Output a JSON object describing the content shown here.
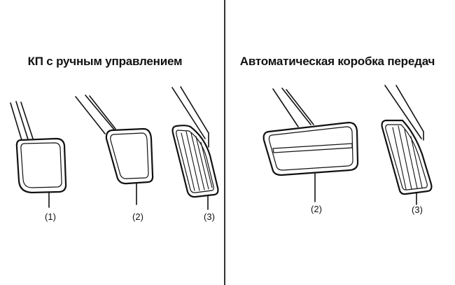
{
  "panels": {
    "manual": {
      "title": "КП с ручным управлением",
      "labels": [
        "(1)",
        "(2)",
        "(3)"
      ]
    },
    "automatic": {
      "title": "Автоматическая коробка передач",
      "labels": [
        "(2)",
        "(3)"
      ]
    }
  }
}
